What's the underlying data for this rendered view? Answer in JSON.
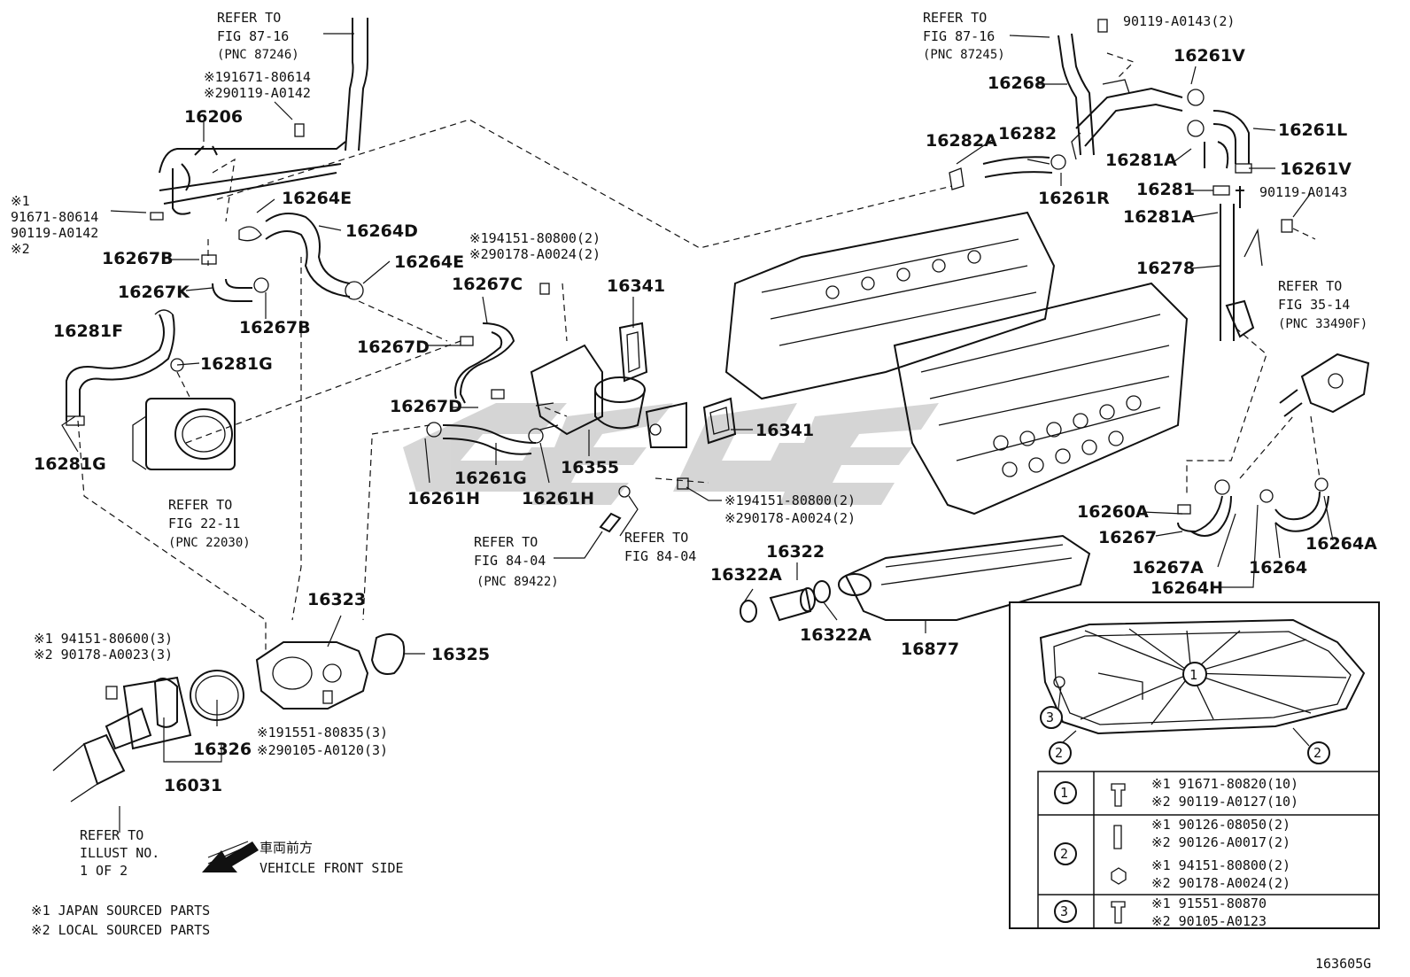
{
  "diagram_code": "163605G",
  "watermark": "GEGE",
  "notes": {
    "japan": "※1 JAPAN SOURCED PARTS",
    "local": "※2 LOCAL SOURCED PARTS"
  },
  "front": {
    "jp": "車両前方",
    "en": "VEHICLE FRONT SIDE"
  },
  "parts": {
    "p16206": "16206",
    "p16264E_a": "16264E",
    "p16264D": "16264D",
    "p16264E_b": "16264E",
    "p16267B_a": "16267B",
    "p16267K": "16267K",
    "p16267B_b": "16267B",
    "p16281F": "16281F",
    "p16281G_a": "16281G",
    "p16281G_b": "16281G",
    "p16267C": "16267C",
    "p16341_a": "16341",
    "p16341_b": "16341",
    "p16267D_a": "16267D",
    "p16267D_b": "16267D",
    "p16261G": "16261G",
    "p16355": "16355",
    "p16261H_a": "16261H",
    "p16261H_b": "16261H",
    "p16323": "16323",
    "p16325": "16325",
    "p16326": "16326",
    "p16031": "16031",
    "p16322": "16322",
    "p16322A_a": "16322A",
    "p16322A_b": "16322A",
    "p16877": "16877",
    "p16268": "16268",
    "p16261V_a": "16261V",
    "p16261L": "16261L",
    "p16282A": "16282A",
    "p16282": "16282",
    "p16281A_a": "16281A",
    "p16261V_b": "16261V",
    "p16281": "16281",
    "p16261R": "16261R",
    "p16281A_b": "16281A",
    "p16278": "16278",
    "p16260A": "16260A",
    "p16267": "16267",
    "p16267A": "16267A",
    "p16264H": "16264H",
    "p16264": "16264",
    "p16264A": "16264A"
  },
  "codes": {
    "c_top_left_1": "※191671-80614",
    "c_top_left_2": "※290119-A0142",
    "c_left_1a": "※1",
    "c_left_1b": "91671-80614",
    "c_left_2a": "90119-A0142",
    "c_left_2b": "※2",
    "c_mid_1": "※194151-80800(2)",
    "c_mid_2": "※290178-A0024(2)",
    "c_mid_3": "※194151-80800(2)",
    "c_mid_4": "※290178-A0024(2)",
    "c_thermo_1": "※1 94151-80600(3)",
    "c_thermo_2": "※2 90178-A0023(3)",
    "c_housing_1": "※191551-80835(3)",
    "c_housing_2": "※290105-A0120(3)",
    "c_right_top": "90119-A0143(2)",
    "c_right_mid": "90119-A0143"
  },
  "refs": {
    "r1_1": "REFER TO",
    "r1_2": "FIG 87-16",
    "r1_3": "(PNC 87246)",
    "r2_1": "REFER TO",
    "r2_2": "FIG 87-16",
    "r2_3": "(PNC 87245)",
    "r3_1": "REFER TO",
    "r3_2": "FIG 35-14",
    "r3_3": "(PNC 33490F)",
    "r4_1": "REFER TO",
    "r4_2": "FIG 22-11",
    "r4_3": "(PNC 22030)",
    "r5_1": "REFER TO",
    "r5_2": "FIG 84-04",
    "r5_3": "(PNC 89422)",
    "r6_1": "REFER TO",
    "r6_2": "FIG 84-04",
    "r7_1": "REFER TO",
    "r7_2": "ILLUST NO.",
    "r7_3": "1 OF 2"
  },
  "inset": {
    "callout_1": "1",
    "callout_2": "2",
    "callout_3": "3",
    "rows": [
      {
        "num": "1",
        "l1": "※1 91671-80820(10)",
        "l2": "※2 90119-A0127(10)"
      },
      {
        "num": "2",
        "l1": "※1 90126-08050(2)",
        "l2": "※2 90126-A0017(2)",
        "l3": "※1 94151-80800(2)",
        "l4": "※2 90178-A0024(2)"
      },
      {
        "num": "3",
        "l1": "※1 91551-80870",
        "l2": "※2 90105-A0123"
      }
    ]
  }
}
